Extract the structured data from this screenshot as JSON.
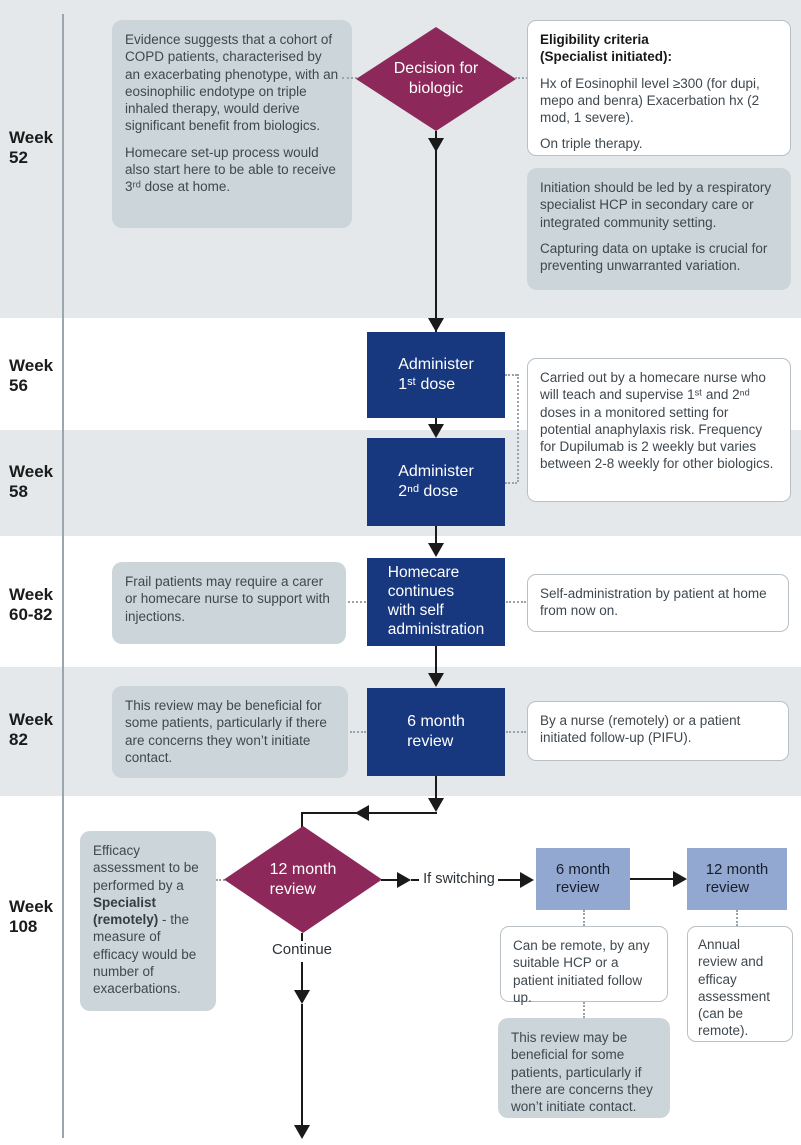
{
  "palette": {
    "band_gray": "#e4e8ea",
    "note_gray": "#ccd5d9",
    "diamond_magenta": "#8c295a",
    "box_navy": "#17377f",
    "box_periwinkle": "#93a8d1",
    "arrow_black": "#1a1a1a",
    "text_gray": "#3f484e"
  },
  "weeks": {
    "w52": "Week\n52",
    "w56": "Week\n56",
    "w58": "Week\n58",
    "w6082": "Week\n60-82",
    "w82": "Week\n82",
    "w108": "Week\n108"
  },
  "flow": {
    "decision": "Decision for\nbiologic",
    "dose1": "Administer\n1ˢᵗ dose",
    "dose2": "Administer\n2ⁿᵈ dose",
    "homecare": "Homecare\ncontinues\nwith self\nadministration",
    "review6": "6 month\nreview",
    "review12": "12 month\nreview",
    "continue_label": "Continue",
    "if_switching": "If switching",
    "switch6": "6 month\nreview",
    "switch12": "12 month\nreview"
  },
  "notes": {
    "evidence": {
      "p1": "Evidence suggests that a cohort of COPD patients, characterised by an exacerbating phenotype, with an eosinophilic endotype on triple inhaled therapy, would derive significant benefit from biologics.",
      "p2": "Homecare set-up process would also start here to be able to receive 3ʳᵈ dose at home."
    },
    "eligibility": {
      "title": "Eligibility criteria\n(Specialist initiated):",
      "p1": "Hx of Eosinophil level ≥300 (for dupi, mepo and benra) Exacerbation hx (2 mod, 1 severe).",
      "p2": "On triple therapy."
    },
    "initiation": {
      "p1": "Initiation should be led by a respiratory specialist HCP in secondary care or integrated community setting.",
      "p2": "Capturing data on uptake is crucial for preventing unwarranted variation."
    },
    "homecare_nurse": {
      "p1": "Carried out by a homecare nurse who will teach and supervise 1ˢᵗ and 2ⁿᵈ doses in a monitored setting for potential anaphylaxis risk. Frequency for Dupilumab is 2 weekly but varies between 2-8 weekly for other biologics."
    },
    "frail": {
      "p1": "Frail patients may require a carer or homecare nurse to support with injections."
    },
    "self_admin": {
      "p1": "Self-administration by patient at home from now on."
    },
    "review_benefit": {
      "p1": "This review may be beneficial for some patients, particularly if there are concerns they won’t initiate contact."
    },
    "nurse_pifu": {
      "p1": "By a nurse (remotely) or a patient initiated follow-up (PIFU)."
    },
    "efficacy": {
      "p1a": "Efficacy assessment to be performed by a ",
      "p1b": "Specialist (remotely)",
      "p1c": " - the measure of efficacy would be number of exacerbations."
    },
    "remote_hcp": {
      "p1": "Can be remote, by any suitable HCP or a patient initiated follow up."
    },
    "review_benefit2": {
      "p1": "This review may be beneficial for some patients, particularly if there are concerns they won’t initiate contact."
    },
    "annual": {
      "p1": "Annual review and efficay assessment (can be remote)."
    }
  }
}
